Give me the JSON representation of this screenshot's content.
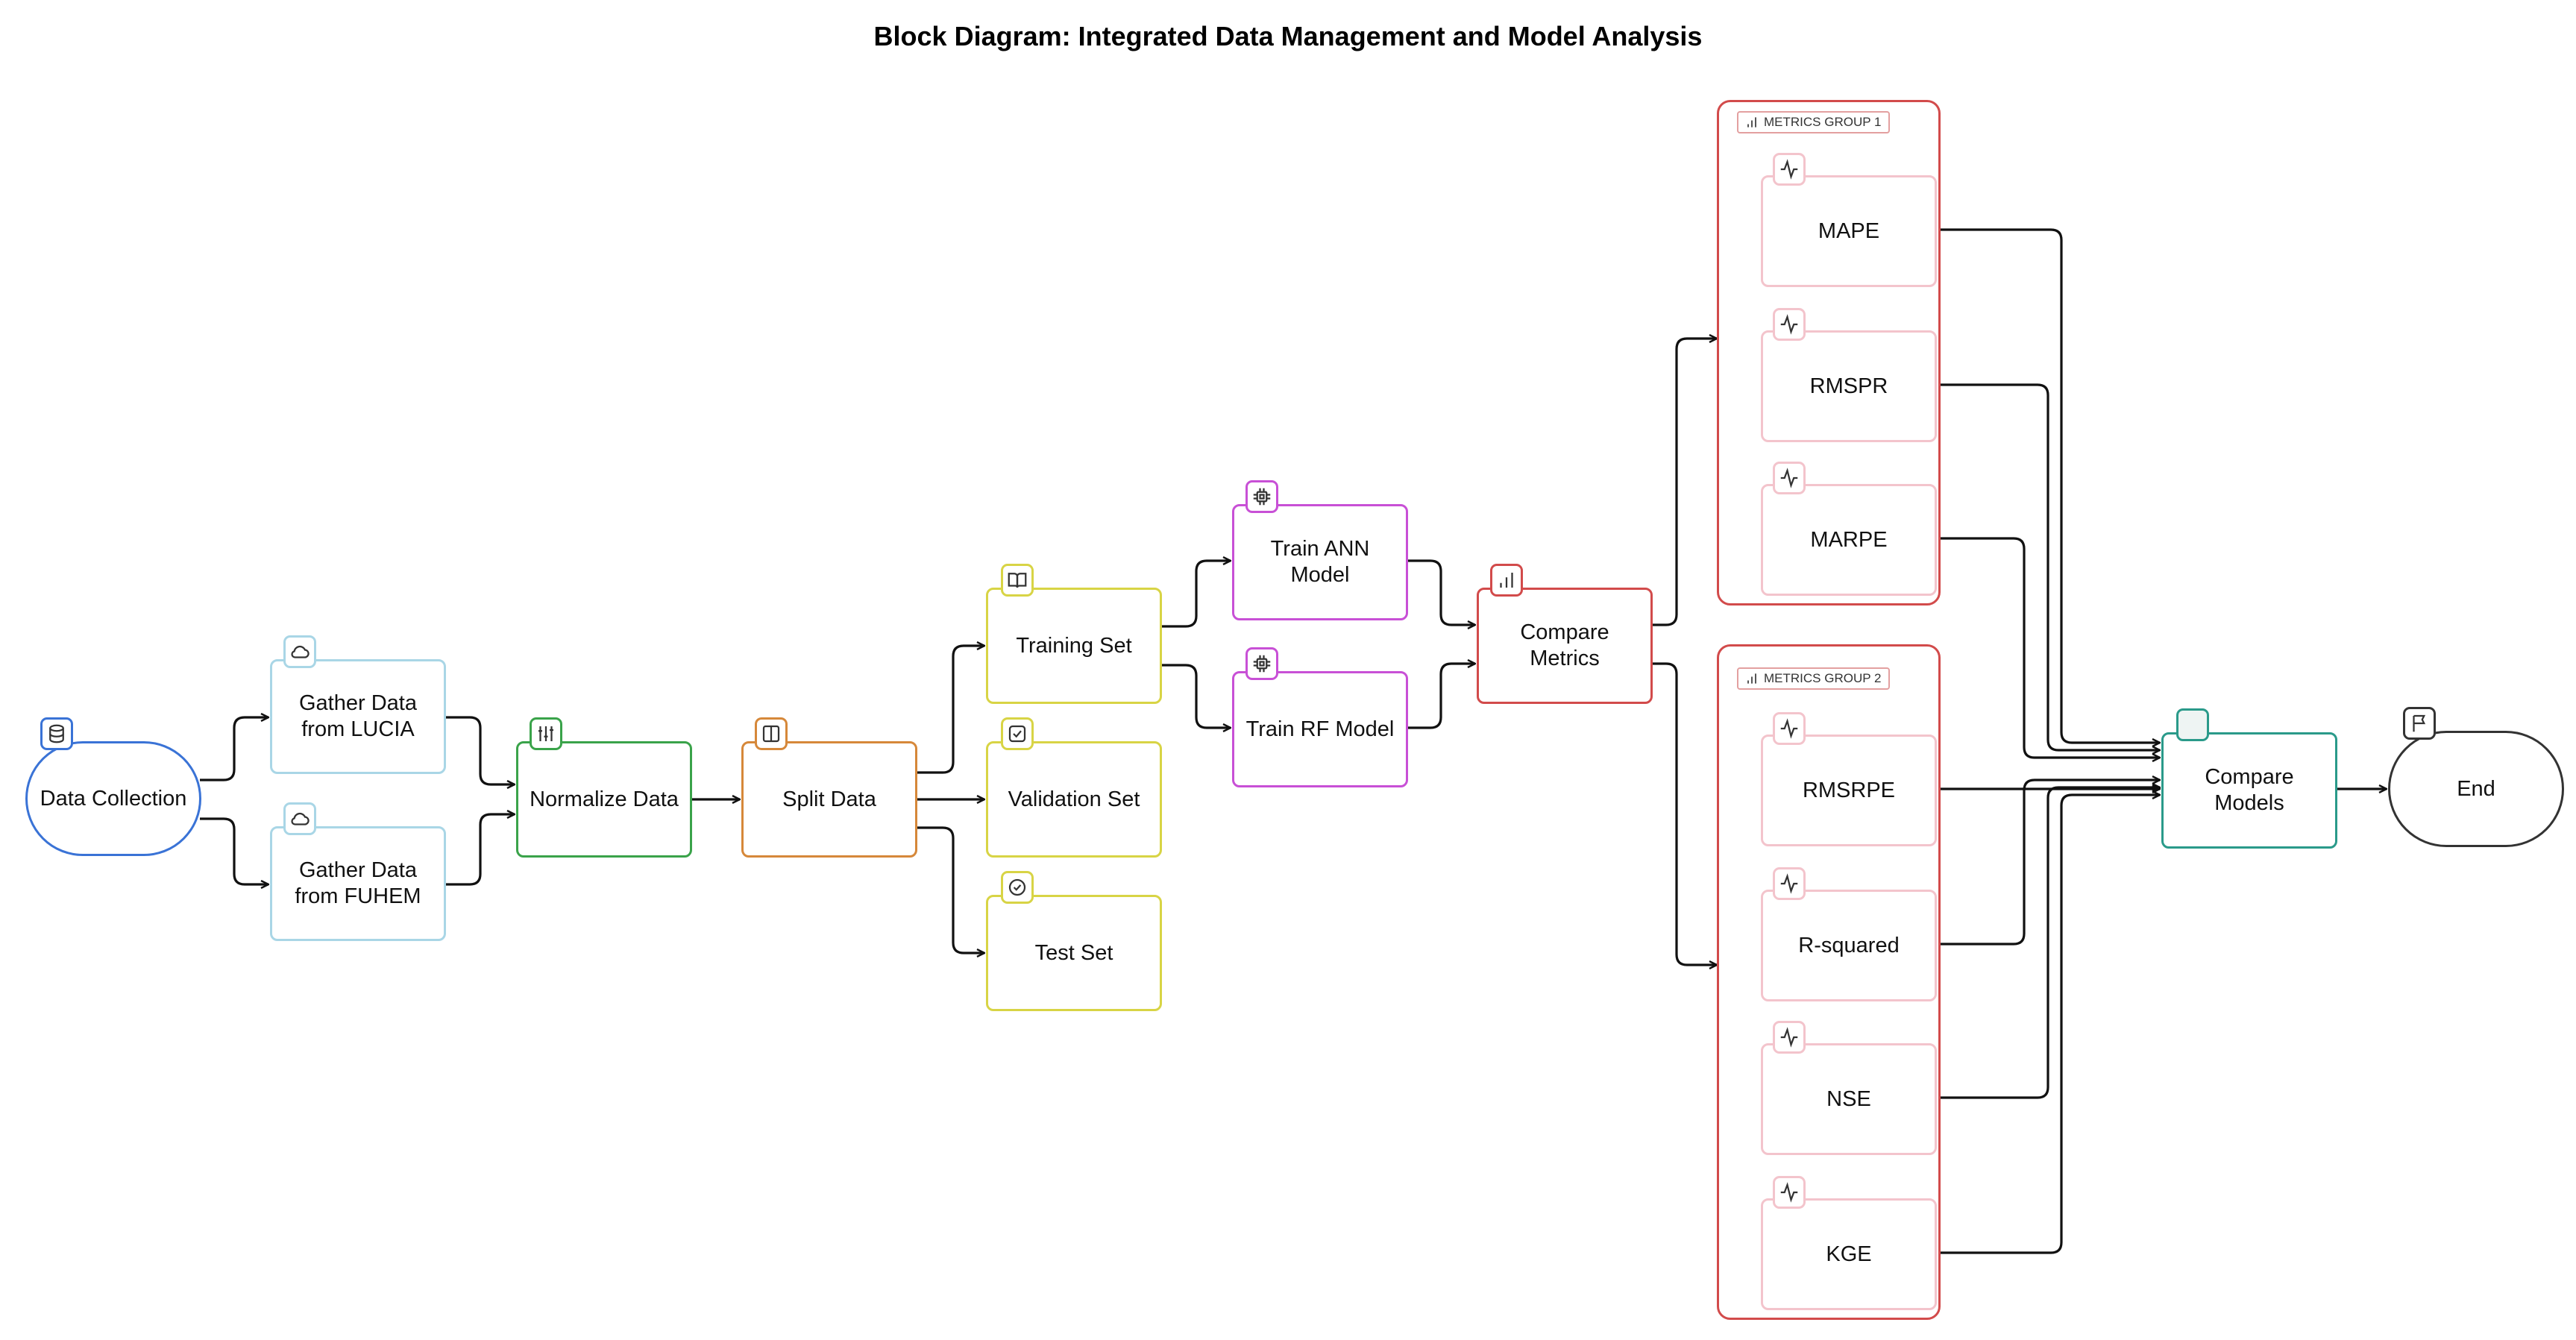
{
  "title": "Block Diagram: Integrated Data Management and Model Analysis",
  "colors": {
    "blue": "#3a73d6",
    "light_blue": "#a9d6e6",
    "green": "#3aa34a",
    "orange": "#d6883a",
    "yellow": "#d8d445",
    "magenta": "#c850d6",
    "red": "#d24b4b",
    "pink": "#f3c4cc",
    "teal": "#2a9a8a",
    "black": "#333333"
  },
  "nodes": {
    "data_collection": {
      "label": "Data Collection",
      "icon": "database-icon"
    },
    "gather_lucia": {
      "label": "Gather Data\nfrom LUCIA",
      "icon": "cloud-icon"
    },
    "gather_fuhem": {
      "label": "Gather Data\nfrom FUHEM",
      "icon": "cloud-icon"
    },
    "normalize": {
      "label": "Normalize Data",
      "icon": "sliders-icon"
    },
    "split": {
      "label": "Split Data",
      "icon": "columns-icon"
    },
    "training": {
      "label": "Training Set",
      "icon": "book-icon"
    },
    "validation": {
      "label": "Validation Set",
      "icon": "checkbox-icon"
    },
    "test": {
      "label": "Test Set",
      "icon": "check-circle-icon"
    },
    "train_ann": {
      "label": "Train ANN\nModel",
      "icon": "chip-icon"
    },
    "train_rf": {
      "label": "Train RF Model",
      "icon": "chip-icon"
    },
    "compare_metrics": {
      "label": "Compare\nMetrics",
      "icon": "bar-chart-icon"
    },
    "compare_models": {
      "label": "Compare\nModels",
      "icon": "blank-icon"
    },
    "end": {
      "label": "End",
      "icon": "flag-icon"
    }
  },
  "groups": [
    {
      "label": "METRICS GROUP 1",
      "icon": "bar-chart-icon",
      "items": [
        "MAPE",
        "RMSPR",
        "MARPE"
      ]
    },
    {
      "label": "METRICS GROUP 2",
      "icon": "bar-chart-icon",
      "items": [
        "RMSRPE",
        "R-squared",
        "NSE",
        "KGE"
      ]
    }
  ]
}
